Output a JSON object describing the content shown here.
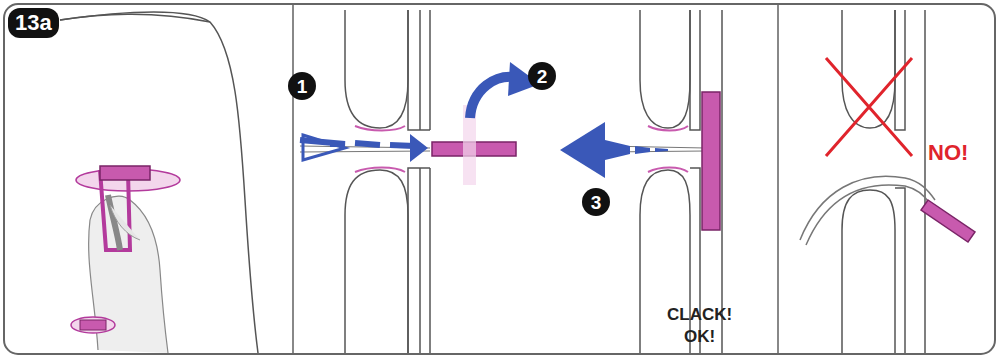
{
  "diagram": {
    "labels": [
      "13a",
      "1",
      "2",
      "3",
      "CLACK!",
      "OK!",
      "NO!"
    ]
  }
}
